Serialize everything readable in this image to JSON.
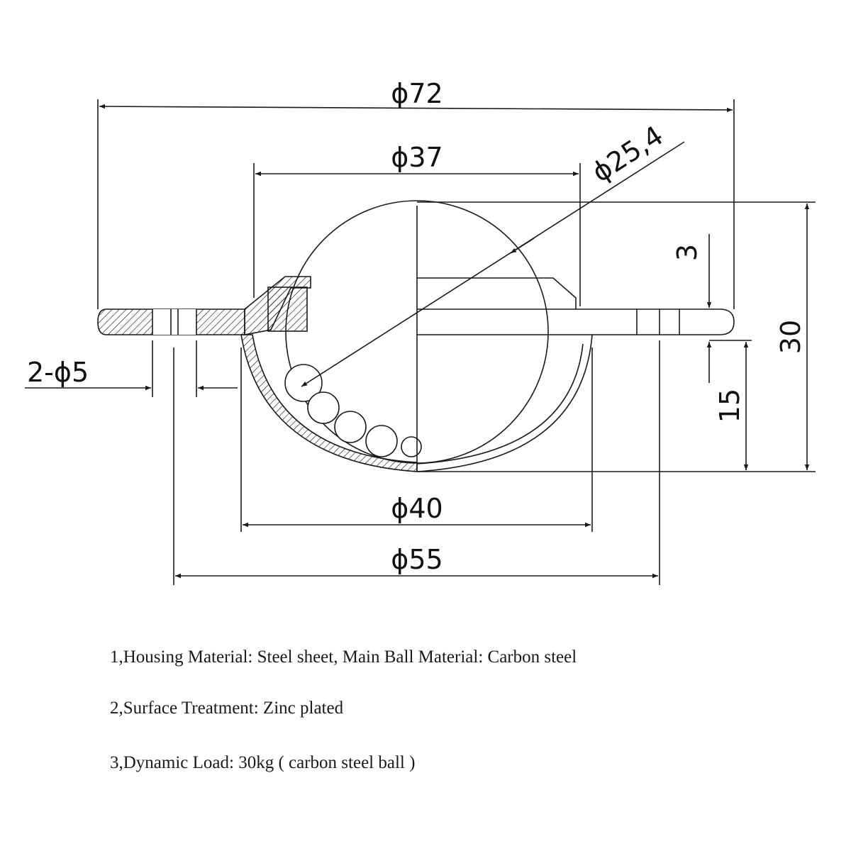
{
  "dimensions": {
    "outer_diameter": "ϕ72",
    "housing_diameter": "ϕ37",
    "ball_diameter": "ϕ25,4",
    "mounting_holes": "2-ϕ5",
    "flange_thickness": "3",
    "height_below_flange": "15",
    "total_height": "30",
    "cup_diameter": "ϕ40",
    "hole_spacing": "ϕ55"
  },
  "notes": [
    "1,Housing Material: Steel sheet, Main Ball Material: Carbon steel",
    "2,Surface Treatment: Zinc plated",
    "3,Dynamic Load: 30kg ( carbon steel ball )"
  ],
  "colors": {
    "line": "#1a1a1a",
    "background": "#ffffff"
  }
}
